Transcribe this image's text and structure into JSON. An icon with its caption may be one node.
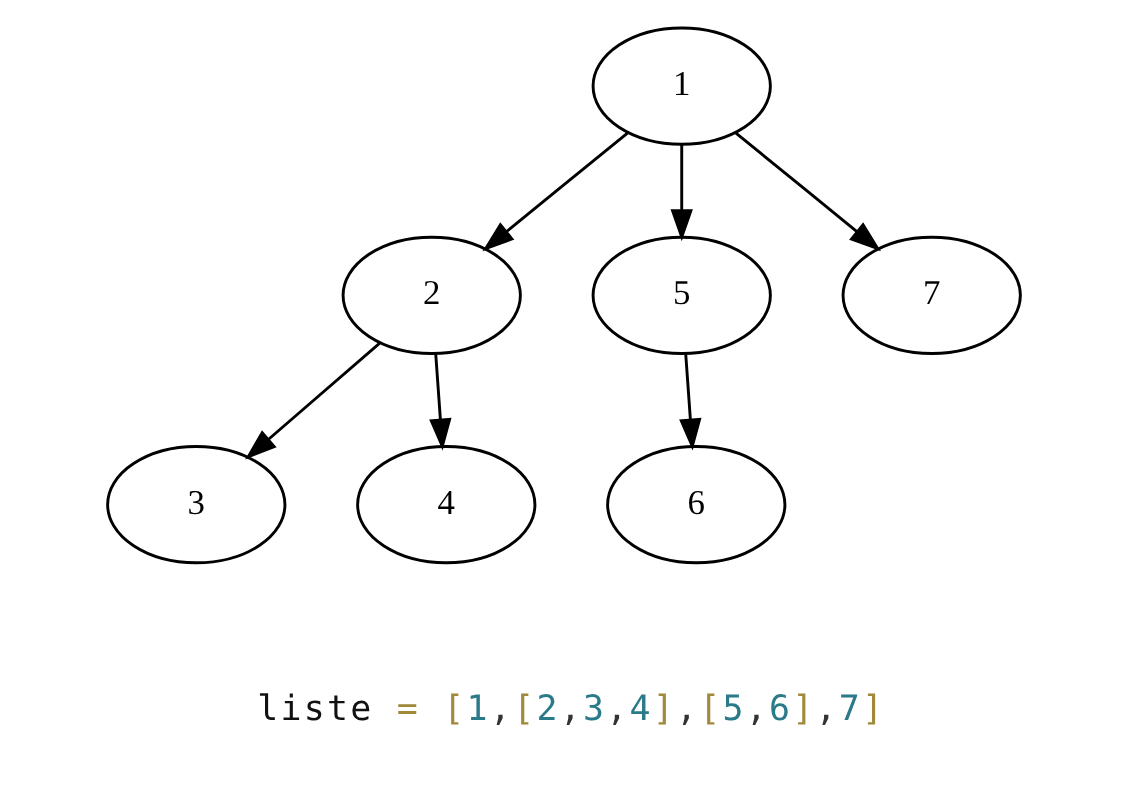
{
  "diagram": {
    "nodes": [
      {
        "text": [
          "1"
        ]
      },
      {
        "text": [
          "2"
        ]
      },
      {
        "text": [
          "5"
        ]
      },
      {
        "text": [
          "7"
        ]
      },
      {
        "text": [
          "3"
        ]
      },
      {
        "text": [
          "4"
        ]
      },
      {
        "text": [
          "6"
        ]
      }
    ],
    "edges": [
      {
        "from": 0,
        "to": 1,
        "arrow": "to"
      },
      {
        "from": 0,
        "to": 2,
        "arrow": "to"
      },
      {
        "from": 0,
        "to": 3,
        "arrow": "to"
      },
      {
        "from": 1,
        "to": 4,
        "arrow": "to"
      },
      {
        "from": 1,
        "to": 5,
        "arrow": "to"
      },
      {
        "from": 2,
        "to": 6,
        "arrow": "to"
      }
    ],
    "labels": [
      "liste = [1,[2,3,4],[5,6],7]"
    ]
  }
}
